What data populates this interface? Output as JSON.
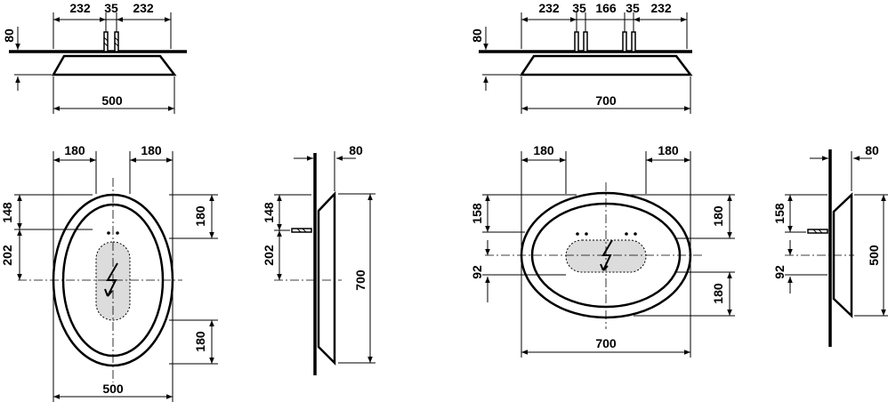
{
  "colors": {
    "line": "#000000",
    "fill": "#dcdcdc",
    "background": "#ffffff"
  },
  "views": {
    "small_top_side": {
      "widths": [
        "232",
        "35",
        "232"
      ],
      "height": "80",
      "overall": "500"
    },
    "large_top_side": {
      "widths": [
        "232",
        "35",
        "166",
        "35",
        "232"
      ],
      "height": "80",
      "overall": "700"
    },
    "small_plan": {
      "top_left": "180",
      "top_right": "180",
      "left_upper": "148",
      "left_lower": "202",
      "right_upper": "180",
      "right_lower": "180",
      "bottom": "500"
    },
    "small_side": {
      "top": "80",
      "left_upper": "148",
      "left_lower": "202",
      "right": "700"
    },
    "large_plan": {
      "top_left": "180",
      "top_right": "180",
      "left_upper": "158",
      "left_lower": "92",
      "right_upper": "180",
      "right_lower": "180",
      "bottom": "700"
    },
    "large_side": {
      "top": "80",
      "left_upper": "158",
      "left_lower": "92",
      "right": "500"
    }
  },
  "icons": [
    "electrical-symbol-icon",
    "valve-icon"
  ]
}
